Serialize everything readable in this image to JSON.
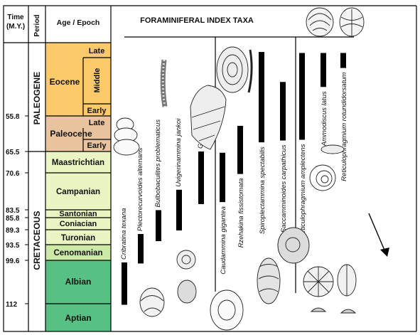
{
  "header": {
    "time_label_line1": "Time",
    "time_label_line2": "(M.Y.)",
    "period_label": "Period",
    "epoch_label": "Age / Epoch",
    "taxa_title": "FORAMINIFERAL INDEX TAXA"
  },
  "periods": [
    "PALEOGENE",
    "CRETACEOUS"
  ],
  "epochs": {
    "eocene": {
      "name": "Eocene",
      "sub": [
        "Late",
        "Middle",
        "Early"
      ]
    },
    "paleocene": {
      "name": "Paleocene",
      "sub": [
        "Late",
        "Early"
      ]
    }
  },
  "stages": [
    "Maastrichtian",
    "Campanian",
    "Santonian",
    "Coniacian",
    "Turonian",
    "Cenomanian",
    "Albian",
    "Aptian"
  ],
  "time_ticks": [
    "55.8",
    "65.5",
    "70.6",
    "83.5",
    "85.8",
    "89.3",
    "93.5",
    "99.6",
    "112"
  ],
  "colors": {
    "eocene": "#fcc96b",
    "paleocene": "#e8c39e",
    "upper_cretaceous": "#e9f5c2",
    "cenomanian": "#cde9a6",
    "lower_cretaceous": "#57c183",
    "ink": "#000000"
  },
  "taxa": [
    "Cribratina texana",
    "Plectorecurvoides alternans",
    "Bulbobaculites problematicus",
    "Uvigerinammina jankoi",
    "Goesella rugosa",
    "Caudammina gigantea",
    "Rzehakina fissistomata",
    "Spiroplectammina spectabilis",
    "Saccamminoides carpathicus",
    "Reticulophragmium amplectens",
    "Ammodiscus latus",
    "Reticulophragmium rotundidorsatum"
  ],
  "chart_data": {
    "type": "range-chart",
    "ranges_ma": [
      {
        "taxon": "Cribratina texana",
        "top": 100.2,
        "base": 112.5
      },
      {
        "taxon": "Plectorecurvoides alternans",
        "top": 90.5,
        "base": 100.5
      },
      {
        "taxon": "Bulbobaculites problematicus",
        "top": 83.6,
        "base": 92.5
      },
      {
        "taxon": "Uvigerinammina jankoi",
        "top": 76.5,
        "base": 89.5
      },
      {
        "taxon": "Goesella rugosa",
        "top": 65.5,
        "base": 81.5
      },
      {
        "taxon": "Caudammina gigantea",
        "top": 65.8,
        "base": 80.8
      },
      {
        "taxon": "Rzehakina fissistomata",
        "top": 58.5,
        "base": 71.0
      },
      {
        "taxon": "Spiroplectammina spectabilis",
        "top": 43.0,
        "base": 63.0
      },
      {
        "taxon": "Saccamminoides carpathicus",
        "top": 49.0,
        "base": 62.5
      },
      {
        "taxon": "Reticulophragmium amplectens",
        "top": 43.2,
        "base": 62.3
      },
      {
        "taxon": "Ammodiscus latus",
        "top": 43.2,
        "base": 50.0
      },
      {
        "taxon": "Reticulophragmium rotundidorsatum",
        "top": 43.2,
        "base": 46.2
      }
    ]
  }
}
